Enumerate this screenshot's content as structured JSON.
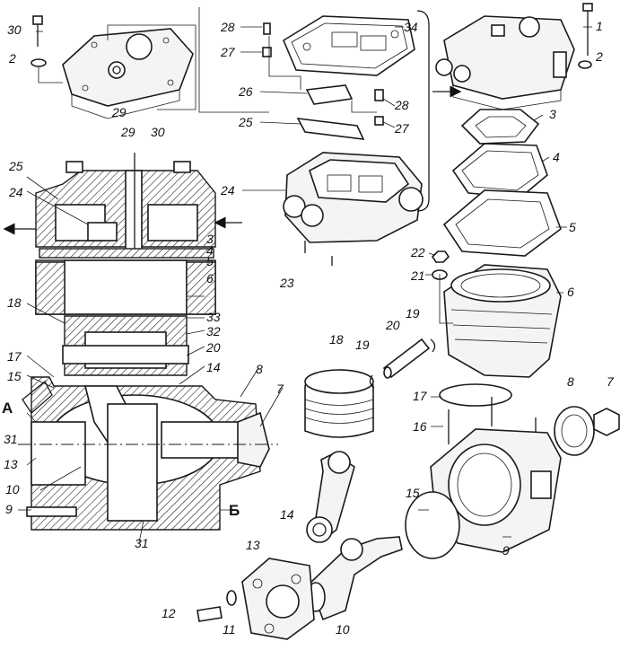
{
  "labels": {
    "n1": "1",
    "n2a": "2",
    "n2b": "2",
    "n3a": "3",
    "n3b": "3",
    "n4a": "4",
    "n4b": "4",
    "n5a": "5",
    "n5b": "5",
    "n6a": "6",
    "n6b": "6",
    "n7a": "7",
    "n7b": "7",
    "n8a": "8",
    "n8b": "8",
    "n9a": "9",
    "n9b": "9",
    "n10a": "10",
    "n10b": "10",
    "n11": "11",
    "n12": "12",
    "n13a": "13",
    "n13b": "13",
    "n14a": "14",
    "n14b": "14",
    "n15a": "15",
    "n15b": "15",
    "n16": "16",
    "n17a": "17",
    "n17b": "17",
    "n18a": "18",
    "n18b": "18",
    "n19a": "19",
    "n19b": "19",
    "n20a": "20",
    "n20b": "20",
    "n21": "21",
    "n22": "22",
    "n23": "23",
    "n24a": "24",
    "n24b": "24",
    "n25a": "25",
    "n25b": "25",
    "n26": "26",
    "n27a": "27",
    "n27b": "27",
    "n28a": "28",
    "n28b": "28",
    "n29a": "29",
    "n29b": "29",
    "n30a": "30",
    "n30b": "30",
    "n31a": "31",
    "n31b": "31",
    "n32": "32",
    "n33": "33",
    "n34": "34",
    "sectionA": "А",
    "sectionB": "Б"
  }
}
